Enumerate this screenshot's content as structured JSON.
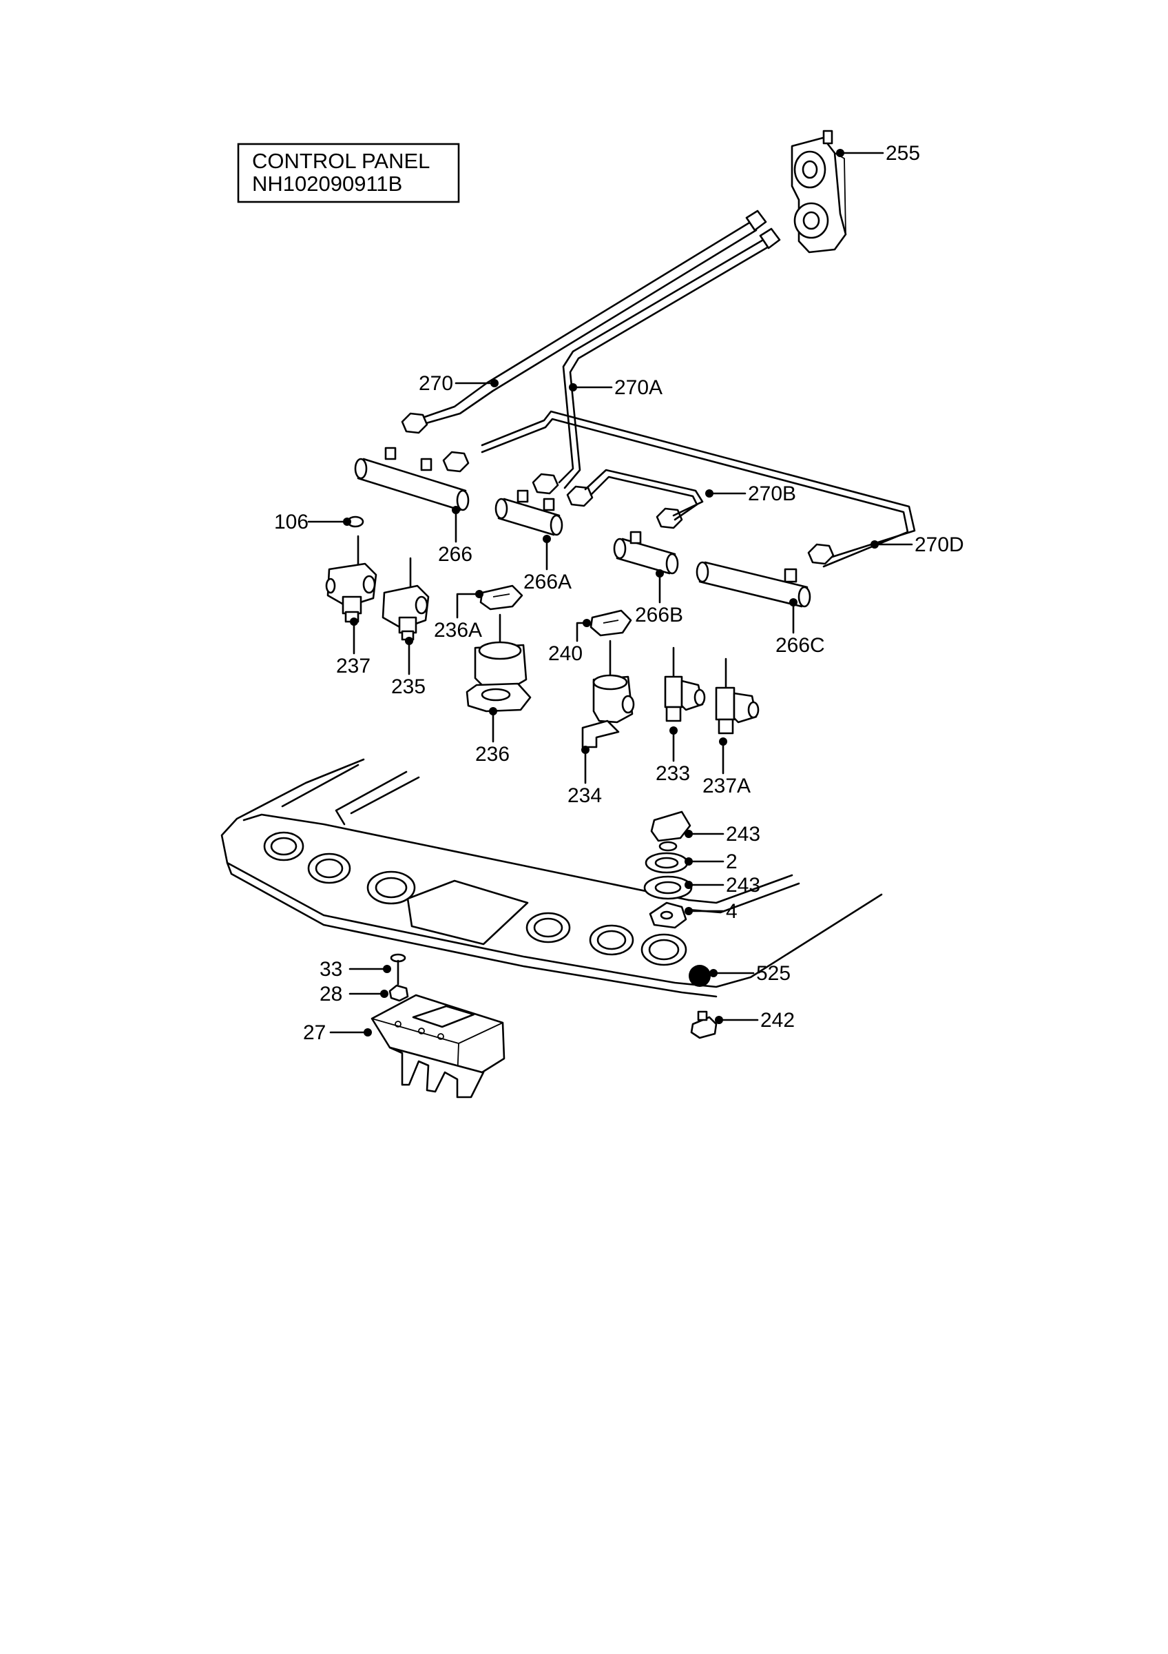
{
  "title": {
    "line1": "CONTROL PANEL",
    "line2": "NH102090911B"
  },
  "callouts": {
    "c255": "255",
    "c270": "270",
    "c270A": "270A",
    "c270B": "270B",
    "c270D": "270D",
    "c106": "106",
    "c266": "266",
    "c266A": "266A",
    "c266B": "266B",
    "c266C": "266C",
    "c236A": "236A",
    "c240": "240",
    "c237": "237",
    "c235": "235",
    "c236": "236",
    "c234": "234",
    "c233": "233",
    "c237A": "237A",
    "c243a": "243",
    "c2": "2",
    "c243b": "243",
    "c4": "4",
    "c525": "525",
    "c242": "242",
    "c33": "33",
    "c28": "28",
    "c27": "27"
  }
}
